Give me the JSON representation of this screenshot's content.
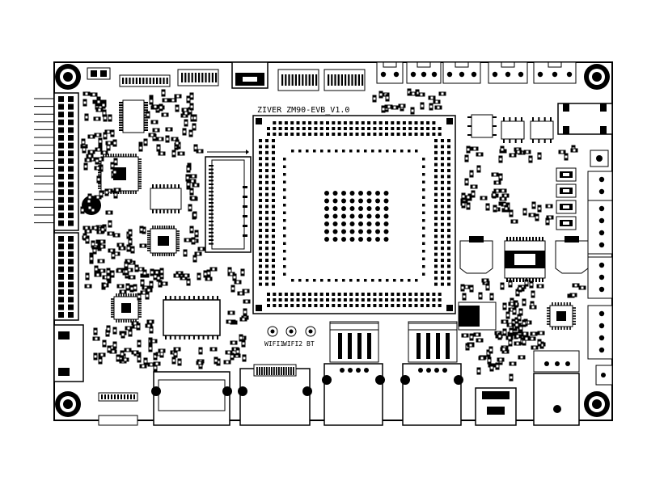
{
  "board": {
    "title": "ZIVER  ZM90-EVB_V1.0",
    "labels": {
      "wifi1": "WIFI1",
      "wifi2": "WIFI2",
      "bt": "BT"
    }
  },
  "colors": {
    "ink": "#000000",
    "paper": "#ffffff"
  }
}
